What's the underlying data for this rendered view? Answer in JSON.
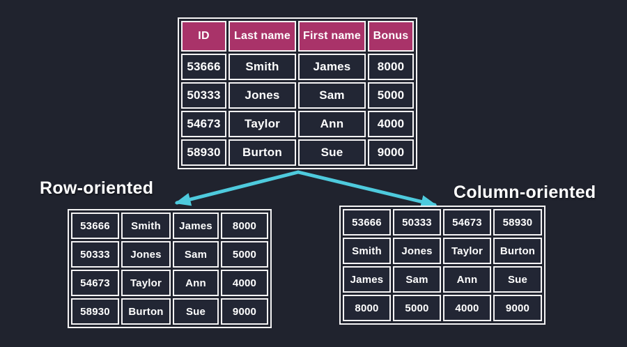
{
  "colors": {
    "background": "#20232e",
    "table_border": "#f5f4f5",
    "header_fill": "#a93369",
    "cell_fill": "#222634",
    "arrow": "#4ecadd",
    "text": "#ffffff"
  },
  "main_table": {
    "headers": [
      "ID",
      "Last name",
      "First name",
      "Bonus"
    ],
    "rows": [
      [
        "53666",
        "Smith",
        "James",
        "8000"
      ],
      [
        "50333",
        "Jones",
        "Sam",
        "5000"
      ],
      [
        "54673",
        "Taylor",
        "Ann",
        "4000"
      ],
      [
        "58930",
        "Burton",
        "Sue",
        "9000"
      ]
    ]
  },
  "row_oriented": {
    "label": "Row-oriented",
    "rows": [
      [
        "53666",
        "Smith",
        "James",
        "8000"
      ],
      [
        "50333",
        "Jones",
        "Sam",
        "5000"
      ],
      [
        "54673",
        "Taylor",
        "Ann",
        "4000"
      ],
      [
        "58930",
        "Burton",
        "Sue",
        "9000"
      ]
    ]
  },
  "column_oriented": {
    "label": "Column-oriented",
    "rows": [
      [
        "53666",
        "50333",
        "54673",
        "58930"
      ],
      [
        "Smith",
        "Jones",
        "Taylor",
        "Burton"
      ],
      [
        "James",
        "Sam",
        "Ann",
        "Sue"
      ],
      [
        "8000",
        "5000",
        "4000",
        "9000"
      ]
    ]
  }
}
